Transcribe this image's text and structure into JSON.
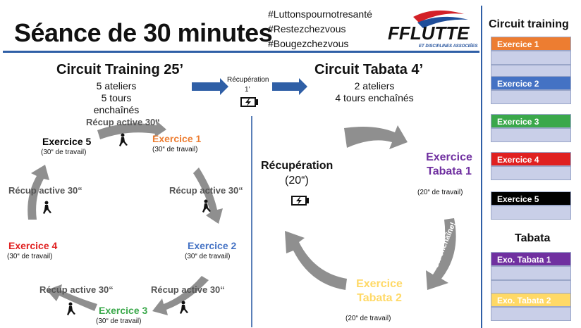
{
  "header": {
    "title": "Séance de 30 minutes",
    "hashtags": [
      "#Luttonspournotresanté",
      "#Restezchezvous",
      "#Bougezchezvous"
    ],
    "logo_main": "FFLUTTE",
    "logo_sub": "ET DISCIPLINES ASSOCIÉES"
  },
  "circuit_training": {
    "title": "Circuit Training 25’",
    "line1": "5 ateliers",
    "line2": "5 tours enchaînés",
    "exercises": [
      {
        "label": "Exercice 1",
        "work": "(30“ de travail)",
        "color": "#ed7d31"
      },
      {
        "label": "Exercice 2",
        "work": "(30“ de travail)",
        "color": "#4472c4"
      },
      {
        "label": "Exercice 3",
        "work": "(30“ de travail)",
        "color": "#3aa84a"
      },
      {
        "label": "Exercice 4",
        "work": "(30“ de travail)",
        "color": "#e02020"
      },
      {
        "label": "Exercice 5",
        "work": "(30“ de travail)",
        "color": "#000000"
      }
    ],
    "recup_label": "Récup active 30“"
  },
  "transition": {
    "label": "Récupération",
    "duration": "1’"
  },
  "circuit_tabata": {
    "title": "Circuit Tabata 4’",
    "line1": "2 ateliers",
    "line2": "4 tours enchaînés",
    "ex1_line1": "Exercice",
    "ex1_line2": "Tabata 1",
    "ex1_work": "(20“ de travail)",
    "ex1_color": "#7030a0",
    "ex2_line1": "Exercice",
    "ex2_line2": "Tabata 2",
    "ex2_work": "(20“ de travail)",
    "ex2_color": "#ffd966",
    "recup_title": "Récupération",
    "recup_duration": "(20“)",
    "arrow_text": "On enchaîne!"
  },
  "sidebar": {
    "circuit_title": "Circuit training",
    "circuit_items": [
      {
        "label": "Exercice 1",
        "color": "#ed7d31"
      },
      {
        "label": "Exercice 2",
        "color": "#4472c4"
      },
      {
        "label": "Exercice 3",
        "color": "#3aa84a"
      },
      {
        "label": "Exercice 4",
        "color": "#e02020"
      },
      {
        "label": "Exercice 5",
        "color": "#000000"
      }
    ],
    "tabata_title": "Tabata",
    "tabata_items": [
      {
        "label": "Exo. Tabata 1",
        "color": "#7030a0"
      },
      {
        "label": "Exo. Tabata 2",
        "color": "#ffd966"
      }
    ]
  }
}
